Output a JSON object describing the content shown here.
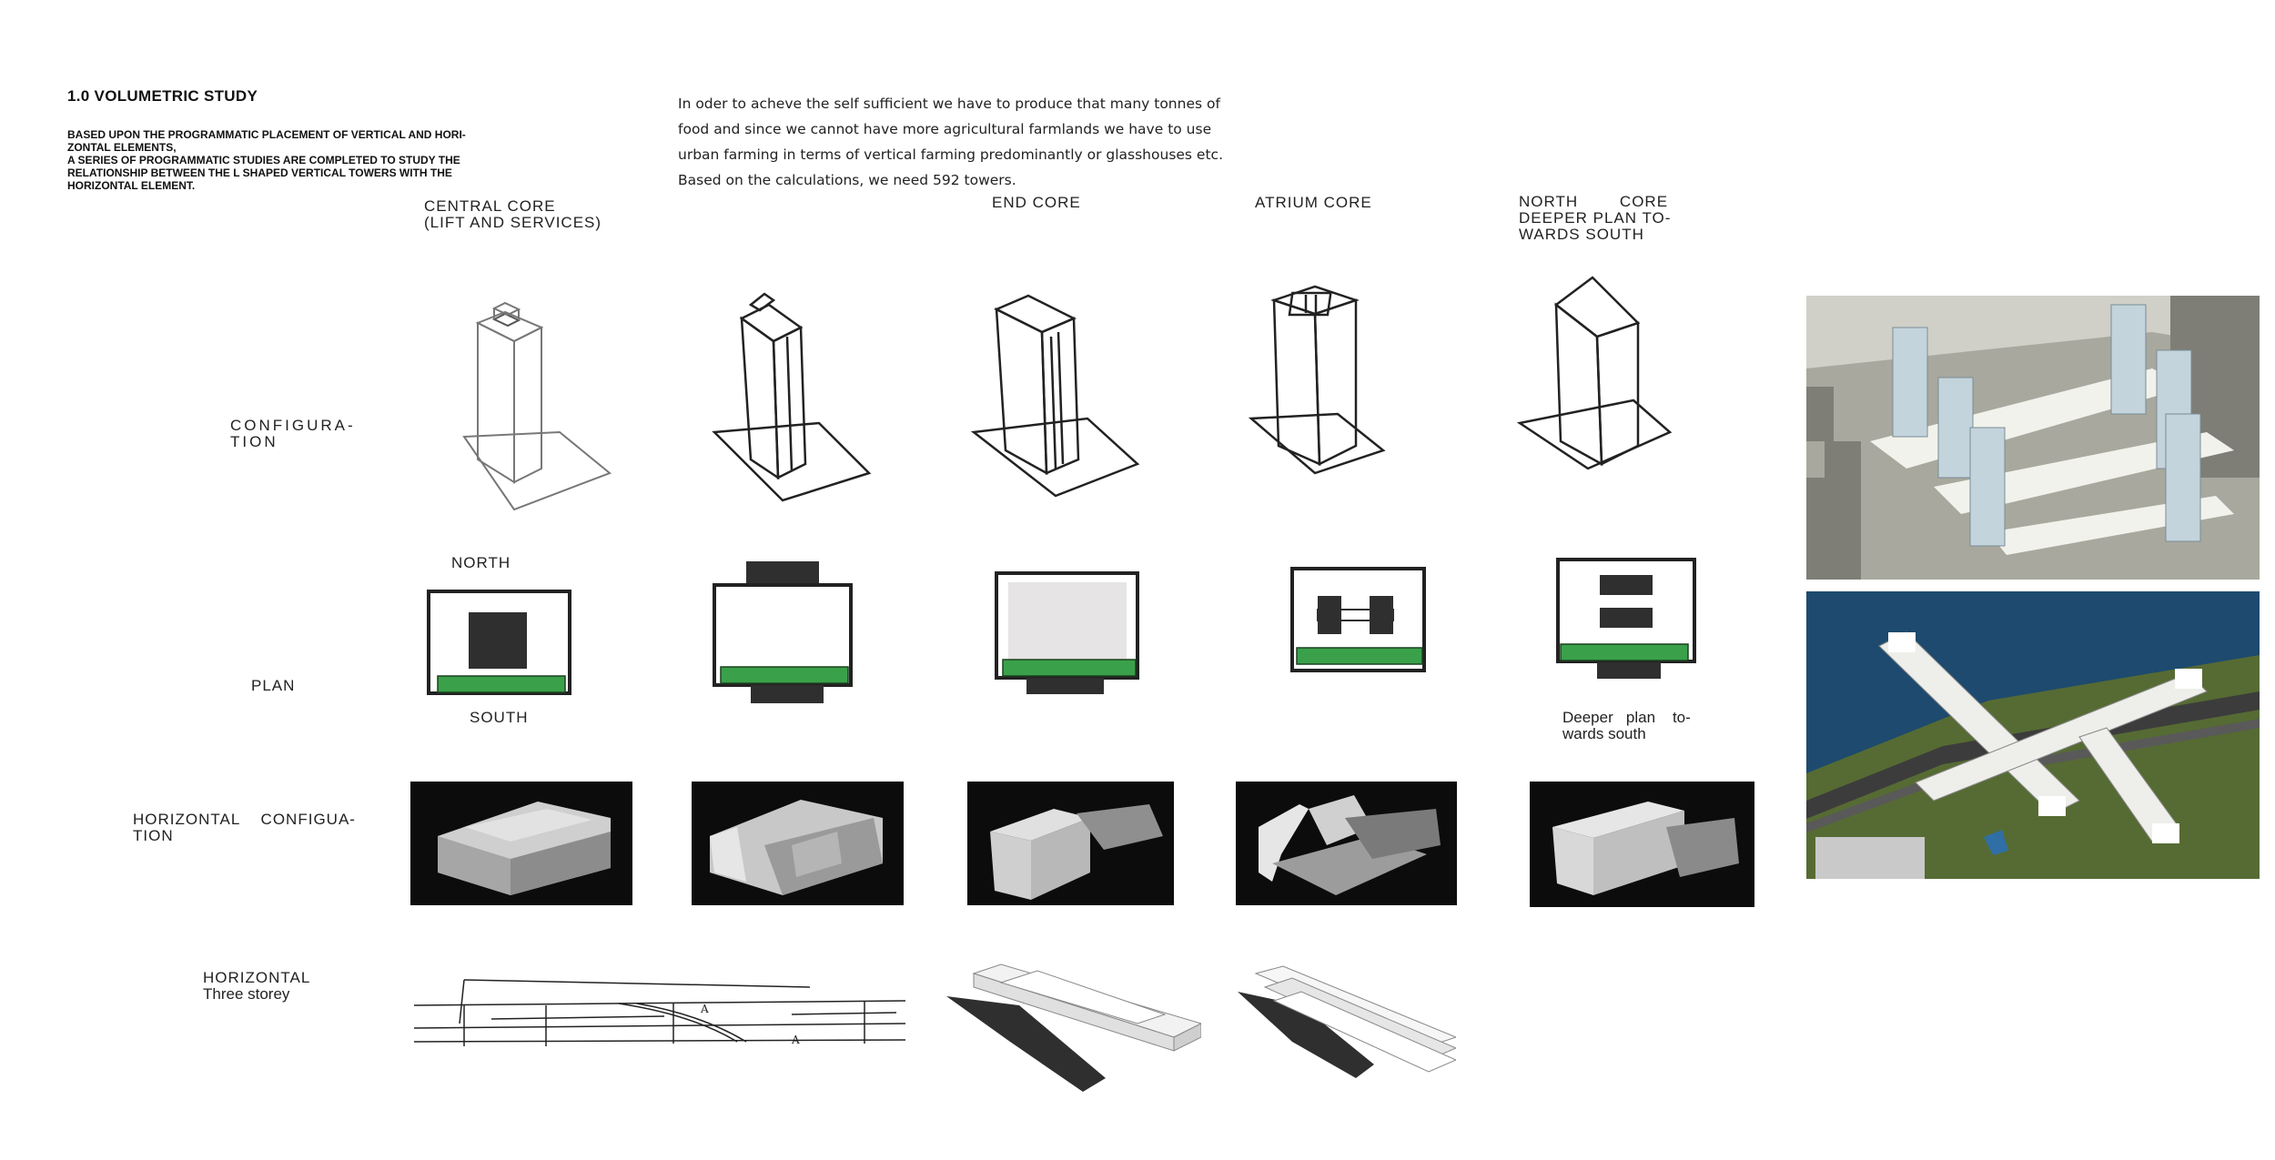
{
  "title": "1.0 VOLUMETRIC STUDY",
  "intro_lines": [
    "BASED UPON THE PROGRAMMATIC PLACEMENT OF VERTICAL AND HORI-",
    "ZONTAL ELEMENTS,",
    "A SERIES OF PROGRAMMATIC STUDIES ARE COMPLETED TO STUDY THE",
    "RELATIONSHIP BETWEEN THE L SHAPED VERTICAL TOWERS WITH THE",
    "HORIZONTAL ELEMENT."
  ],
  "paragraph_lines": [
    "In oder to acheve the self sufficient we have to produce that many tonnes of",
    "food and since we cannot have more agricultural farmlands we have to use",
    "urban farming in terms of vertical farming predominantly or glasshouses etc.",
    "Based on the calculations, we need 592 towers."
  ],
  "columns": {
    "central_core": [
      "CENTRAL CORE",
      "(LIFT AND SERVICES)"
    ],
    "end_core": "END CORE",
    "atrium_core": "ATRIUM CORE",
    "north_core": [
      "NORTH        CORE",
      "DEEPER PLAN TO-",
      "WARDS SOUTH"
    ]
  },
  "rows": {
    "configuration": [
      "CONFIGURA-",
      "TION"
    ],
    "plan": "PLAN",
    "horizontal_configuration": [
      "HORIZONTAL    CONFIGUA-",
      "TION"
    ],
    "horizontal_storey": [
      "HORIZONTAL",
      "Three storey"
    ]
  },
  "plan_notes": {
    "north": "NORTH",
    "south": "SOUTH",
    "deeper_plan": [
      "Deeper   plan    to-",
      "wards south"
    ]
  },
  "colors": {
    "green": "#3aa14a",
    "dark": "#2a2a2a",
    "sea": "#1d4a6e",
    "park": "#566b33"
  }
}
